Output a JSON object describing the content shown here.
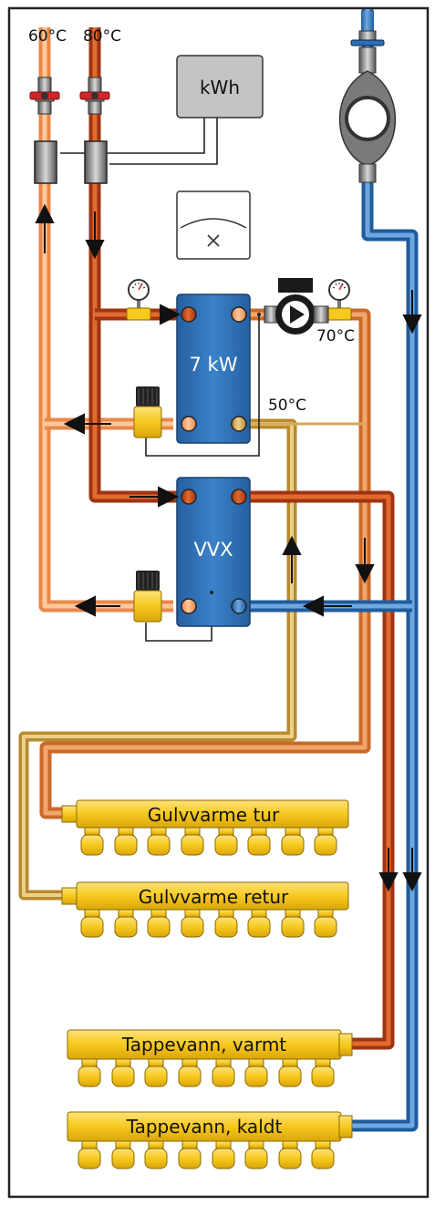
{
  "temperatures": {
    "supply_60": "60°C",
    "supply_80": "80°C",
    "pump_out": "70°C",
    "return_50": "50°C"
  },
  "energy_meter": {
    "label": "kWh"
  },
  "heat_exchangers": {
    "top": "7 kW",
    "bottom": "VVX"
  },
  "manifolds": {
    "floor_supply": "Gulvvarme tur",
    "floor_return": "Gulvvarme retur",
    "tap_hot": "Tappevann, varmt",
    "tap_cold": "Tappevann, kaldt"
  },
  "colors": {
    "hot_pipe": "#c2461c",
    "warm_pipe": "#f6a66f",
    "return_pipe": "#d6aa52",
    "cold_pipe": "#3a7fc4",
    "exchanger": "#2f71b9",
    "manifold": "#f7c91e",
    "valve_red": "#d0262c",
    "valve_blue": "#2c6fb8",
    "meter_gray": "#c4c4c4",
    "frame": "#222222"
  }
}
